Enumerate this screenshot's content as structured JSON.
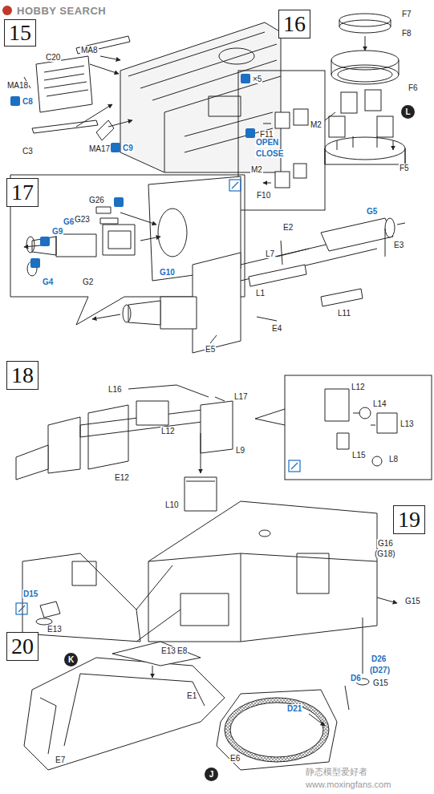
{
  "diagram": {
    "nodes": [
      {
        "text": [
          "15"
        ]
      },
      {
        "text": [
          "16"
        ]
      },
      {
        "text": [
          "L"
        ]
      },
      {
        "text": [
          "17"
        ]
      },
      {
        "text": [
          "18"
        ]
      },
      {
        "text": [
          "19"
        ]
      },
      {
        "text": [
          "20"
        ]
      },
      {
        "text": [
          "K"
        ]
      },
      {
        "text": [
          "J"
        ]
      }
    ],
    "labels": [
      "HOBBY SEARCH",
      "MA8",
      "C20",
      "MA18",
      "C8",
      "C3",
      "MA17",
      "C9",
      "F7",
      "F8",
      "F6",
      "F5",
      "×5",
      "F11",
      "M2",
      "OPEN",
      "CLOSE",
      "M2",
      "F10",
      "G26",
      "G23",
      "G9",
      "G6",
      "G4",
      "G2",
      "G10",
      "E2",
      "G5",
      "L7",
      "L1",
      "L11",
      "E3",
      "E4",
      "E5",
      "L16",
      "L17",
      "L12",
      "L9",
      "E12",
      "L10",
      "L12",
      "L14",
      "L13",
      "L15",
      "L8",
      "G16",
      "(G18)",
      "D15",
      "E13",
      "E13",
      "G15",
      "D26",
      "(D27)",
      "G15",
      "E8",
      "E1",
      "E7",
      "D6",
      "D21",
      "E6",
      "静态模型爱好者",
      "www.moxingfans.com"
    ]
  }
}
